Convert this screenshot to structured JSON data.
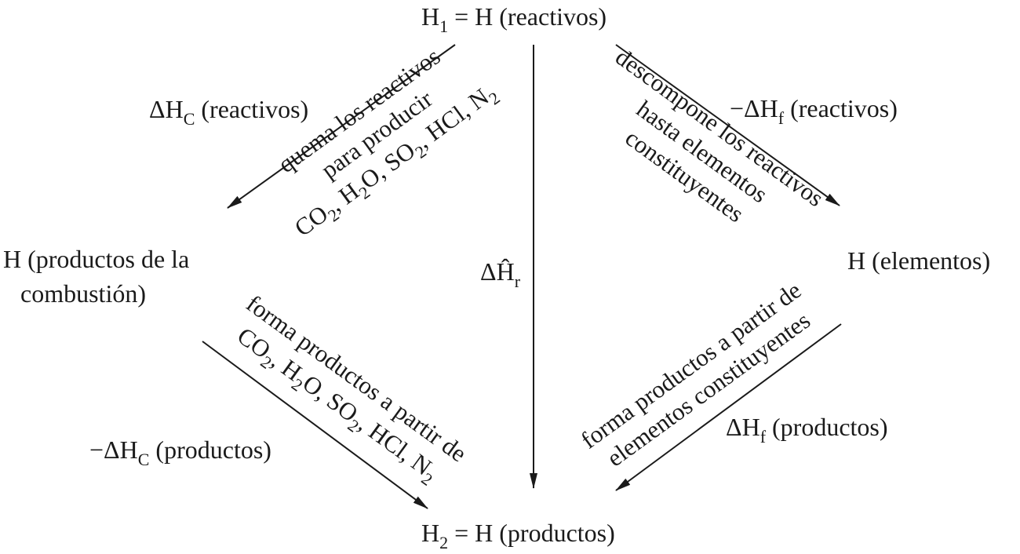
{
  "nodes": {
    "top": {
      "base": "H",
      "sub": "1",
      "rest": " = H (reactivos)"
    },
    "left_1": "H (productos de la",
    "left_2": "combustión)",
    "right": "H (elementos)",
    "bottom": {
      "base": "H",
      "sub": "2",
      "rest": " = H (productos)"
    }
  },
  "edges": {
    "dhc_reactivos": {
      "pre": "ΔH",
      "sub": "C",
      "post": " (reactivos)"
    },
    "minus_dhc_productos": {
      "pre": "−ΔH",
      "sub": "C",
      "post": " (productos)"
    },
    "minus_dhf_reactivos": {
      "pre": "−ΔH",
      "sub": "f",
      "post": " (reactivos)"
    },
    "dhf_productos": {
      "pre": "ΔH",
      "sub": "f",
      "post": " (productos)"
    },
    "dhr": {
      "pre": "ΔĤ",
      "sub": "r"
    }
  },
  "descriptions": {
    "quema": {
      "line1": "quema los reactivos",
      "line2": "para producir",
      "line3": {
        "a": "CO",
        "a_sub": "2",
        "b": ", H",
        "b_sub": "2",
        "c": "O, SO",
        "c_sub": "2",
        "d": ", HCl, N",
        "d_sub": "2"
      }
    },
    "descompone": {
      "line1": "descompone los reactivos",
      "line2": "hasta elementos",
      "line3": "constituyentes"
    },
    "forma_combustion": {
      "line1": "forma productos a partir de",
      "line2": {
        "a": "CO",
        "a_sub": "2",
        "b": ", H",
        "b_sub": "2",
        "c": "O, SO",
        "c_sub": "2",
        "d": ", HCl, N",
        "d_sub": "2"
      }
    },
    "forma_elementos": {
      "line1": "forma productos a partir de",
      "line2": "elementos constituyentes"
    }
  }
}
